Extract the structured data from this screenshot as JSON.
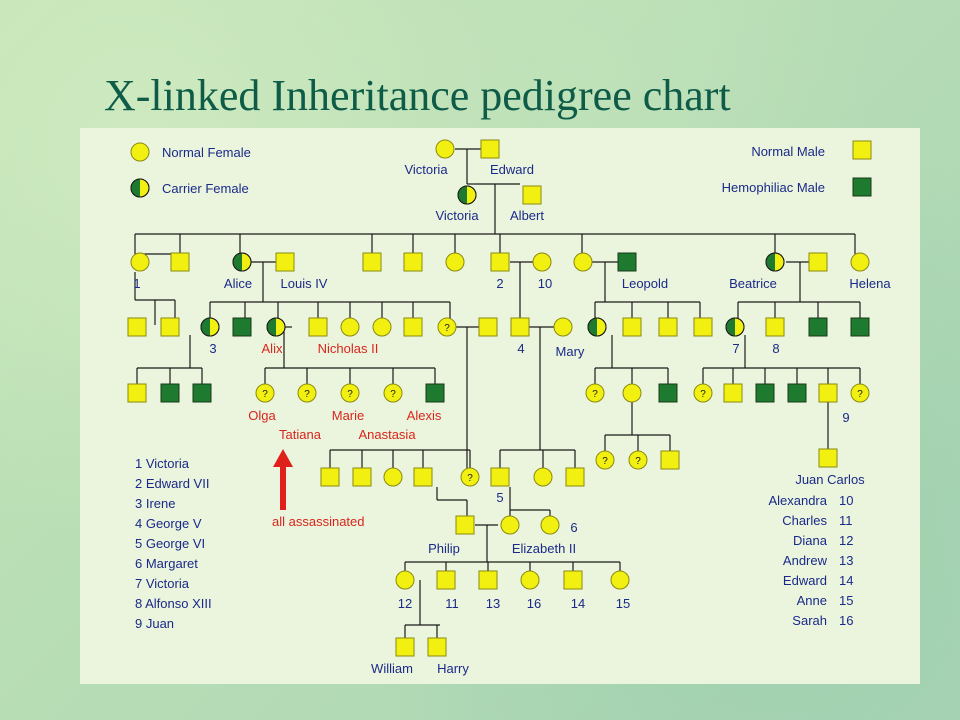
{
  "title": "X-linked Inheritance pedigree chart",
  "colors": {
    "unaffected": "#f2f011",
    "affected": "#1e7a2e",
    "label": "#1a2a8a",
    "highlight": "#d8261e"
  },
  "legend": {
    "normal_female": "Normal Female",
    "carrier_female": "Carrier Female",
    "normal_male": "Normal Male",
    "hemophiliac_male": "Hemophiliac Male"
  },
  "names": {
    "victoria1": "Victoria",
    "edward": "Edward",
    "victoria2": "Victoria",
    "albert": "Albert",
    "alice": "Alice",
    "louis": "Louis IV",
    "leopold": "Leopold",
    "beatrice": "Beatrice",
    "helena": "Helena",
    "alix": "Alix",
    "nicholas": "Nicholas II",
    "mary": "Mary",
    "olga": "Olga",
    "marie": "Marie",
    "alexis": "Alexis",
    "tatiana": "Tatiana",
    "anastasia": "Anastasia",
    "philip": "Philip",
    "elizabeth": "Elizabeth II",
    "william": "William",
    "harry": "Harry"
  },
  "numbers": {
    "n1": "1",
    "n2": "2",
    "n10": "10",
    "n3": "3",
    "n4": "4",
    "n7": "7",
    "n8": "8",
    "n9": "9",
    "n5": "5",
    "n6": "6",
    "n12": "12",
    "n11": "11",
    "n13": "13",
    "n16": "16",
    "n14": "14",
    "n15": "15"
  },
  "unknown_mark": "?",
  "annotation": "all assassinated",
  "key_left": [
    "1 Victoria",
    "2 Edward VII",
    "3 Irene",
    "4 George V",
    "5 George VI",
    "6 Margaret",
    "7 Victoria",
    "8 Alfonso XIII",
    "9 Juan"
  ],
  "key_right": {
    "juan_carlos": "Juan Carlos",
    "rows": [
      {
        "name": "Alexandra",
        "num": "10"
      },
      {
        "name": "Charles",
        "num": "11"
      },
      {
        "name": "Diana",
        "num": "12"
      },
      {
        "name": "Andrew",
        "num": "13"
      },
      {
        "name": "Edward",
        "num": "14"
      },
      {
        "name": "Anne",
        "num": "15"
      },
      {
        "name": "Sarah",
        "num": "16"
      }
    ]
  }
}
